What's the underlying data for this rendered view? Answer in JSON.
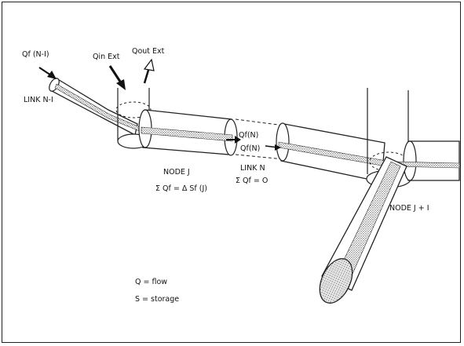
{
  "diagram": {
    "labels": {
      "qf_n_minus_1": "Qf (N-I)",
      "qin_ext": "Qin Ext",
      "qout_ext": "Qout Ext",
      "link_n_minus_1": "LINK N-I",
      "node_j": "NODE J",
      "node_j_eq": "Σ Qf = Δ Sf (J)",
      "qf_n_right": "Qf(N)",
      "qf_n_left": "Qf(N)",
      "link_n": "LINK N",
      "link_n_eq": "Σ Qf = O",
      "node_j_plus_1": "NODE J + I",
      "legend_q": "Q = flow",
      "legend_s": "S = storage"
    }
  }
}
